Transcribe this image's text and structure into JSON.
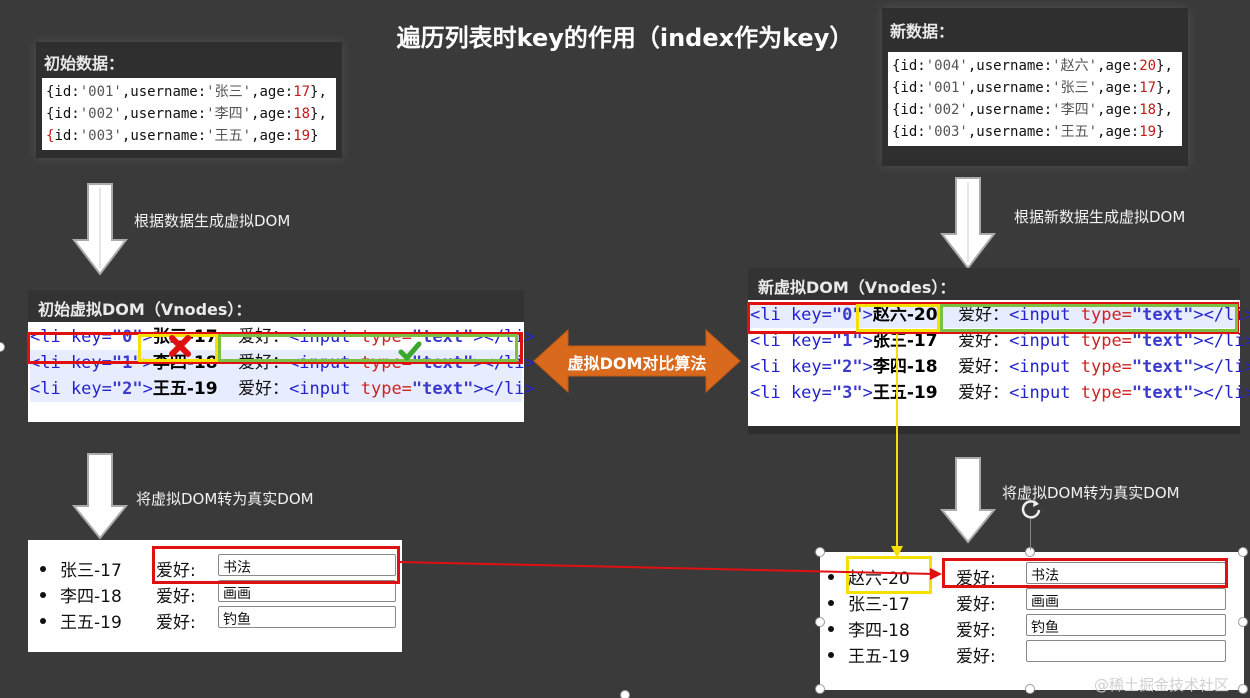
{
  "title": "遍历列表时key的作用（index作为key）",
  "initial_data": {
    "title": "初始数据：",
    "rows": [
      {
        "id": "'001'",
        "username": "'张三'",
        "age": "17",
        "tail": ","
      },
      {
        "id": "'002'",
        "username": "'李四'",
        "age": "18",
        "tail": ","
      },
      {
        "id": "'003'",
        "username": "'王五'",
        "age": "19",
        "tail": ""
      }
    ]
  },
  "new_data": {
    "title": "新数据：",
    "rows": [
      {
        "id": "'004'",
        "username": "'赵六'",
        "age": "20",
        "tail": ","
      },
      {
        "id": "'001'",
        "username": "'张三'",
        "age": "17",
        "tail": ","
      },
      {
        "id": "'002'",
        "username": "'李四'",
        "age": "18",
        "tail": ","
      },
      {
        "id": "'003'",
        "username": "'王五'",
        "age": "19",
        "tail": ""
      }
    ]
  },
  "labels": {
    "gen_vdom_left": "根据数据生成虚拟DOM",
    "gen_vdom_right": "根据新数据生成虚拟DOM",
    "to_real_left": "将虚拟DOM转为真实DOM",
    "to_real_right": "将虚拟DOM转为真实DOM",
    "compare": "虚拟DOM对比算法"
  },
  "initial_vdom": {
    "title": "初始虚拟DOM（Vnodes）：",
    "lines": [
      {
        "key": "\"0\"",
        "name": "张三-17",
        "hobby": "爱好：",
        "input_tag": "<input",
        "type_attr": "type=",
        "type_val": "\"text\"",
        "close": "></li>"
      },
      {
        "key": "\"1\"",
        "name": "李四-18",
        "hobby": "爱好：",
        "input_tag": "<input",
        "type_attr": "type=",
        "type_val": "\"text\"",
        "close": "></li>"
      },
      {
        "key": "\"2\"",
        "name": "王五-19",
        "hobby": "爱好：",
        "input_tag": "<input",
        "type_attr": "type=",
        "type_val": "\"text\"",
        "close": "></li>"
      }
    ]
  },
  "new_vdom": {
    "title": "新虚拟DOM（Vnodes）：",
    "lines": [
      {
        "key": "\"0\"",
        "name": "赵六-20",
        "hobby": "爱好：",
        "input_tag": "<input",
        "type_attr": "type=",
        "type_val": "\"text\"",
        "close": "></li>"
      },
      {
        "key": "\"1\"",
        "name": "张三-17",
        "hobby": "爱好：",
        "input_tag": "<input",
        "type_attr": "type=",
        "type_val": "\"text\"",
        "close": "></li>"
      },
      {
        "key": "\"2\"",
        "name": "李四-18",
        "hobby": "爱好：",
        "input_tag": "<input",
        "type_attr": "type=",
        "type_val": "\"text\"",
        "close": "></li>"
      },
      {
        "key": "\"3\"",
        "name": "王五-19",
        "hobby": "爱好：",
        "input_tag": "<input",
        "type_attr": "type=",
        "type_val": "\"text\"",
        "close": "></li>"
      }
    ]
  },
  "li_prefix": "<li key=",
  "initial_dom": {
    "items": [
      {
        "name": "张三-17",
        "hobby": "爱好:",
        "value": "书法"
      },
      {
        "name": "李四-18",
        "hobby": "爱好:",
        "value": "画画"
      },
      {
        "name": "王五-19",
        "hobby": "爱好:",
        "value": "钓鱼"
      }
    ]
  },
  "new_dom": {
    "items": [
      {
        "name": "赵六-20",
        "hobby": "爱好:",
        "value": "书法"
      },
      {
        "name": "张三-17",
        "hobby": "爱好:",
        "value": "画画"
      },
      {
        "name": "李四-18",
        "hobby": "爱好:",
        "value": "钓鱼"
      },
      {
        "name": "王五-19",
        "hobby": "爱好:",
        "value": ""
      }
    ]
  },
  "watermark": "@稀土掘金技术社区",
  "colors": {
    "red": "#e01010",
    "green": "#7ac043",
    "yellow": "#f5e000",
    "orange": "#d9691c"
  }
}
